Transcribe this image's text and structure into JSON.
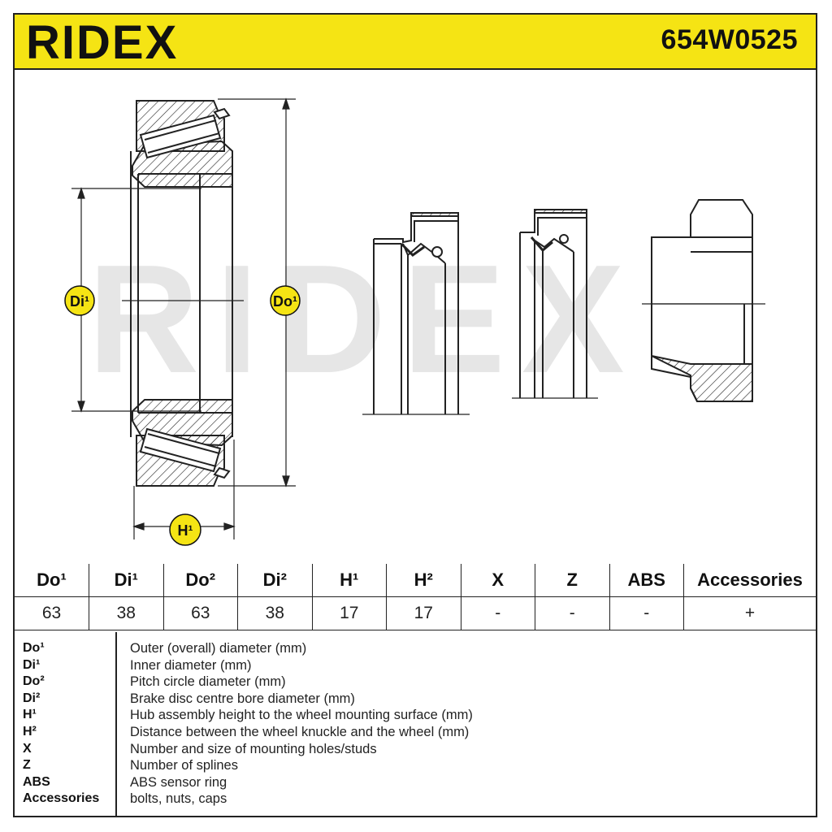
{
  "header": {
    "brand": "RIDEX",
    "part_number": "654W0525",
    "background_color": "#f5e414"
  },
  "drawing": {
    "watermark": "RIDEX",
    "labels": {
      "di": "Di¹",
      "do": "Do¹",
      "h": "H¹"
    },
    "badge_color": "#f5e414"
  },
  "spec_table": {
    "headers": [
      "Do¹",
      "Di¹",
      "Do²",
      "Di²",
      "H¹",
      "H²",
      "X",
      "Z",
      "ABS",
      "Accessories"
    ],
    "values": [
      "63",
      "38",
      "63",
      "38",
      "17",
      "17",
      "-",
      "-",
      "-",
      "+"
    ]
  },
  "legend": [
    {
      "code": "Do¹",
      "desc": "Outer (overall) diameter (mm)"
    },
    {
      "code": "Di¹",
      "desc": "Inner diameter (mm)"
    },
    {
      "code": "Do²",
      "desc": "Pitch circle diameter (mm)"
    },
    {
      "code": "Di²",
      "desc": "Brake disc centre bore diameter (mm)"
    },
    {
      "code": "H¹",
      "desc": "Hub assembly height to the wheel mounting surface (mm)"
    },
    {
      "code": "H²",
      "desc": "Distance between the wheel knuckle and the wheel (mm)"
    },
    {
      "code": "X",
      "desc": "Number and size of mounting holes/studs"
    },
    {
      "code": "Z",
      "desc": "Number of splines"
    },
    {
      "code": "ABS",
      "desc": "ABS sensor ring"
    },
    {
      "code": "Accessories",
      "desc": "bolts, nuts, caps"
    }
  ]
}
